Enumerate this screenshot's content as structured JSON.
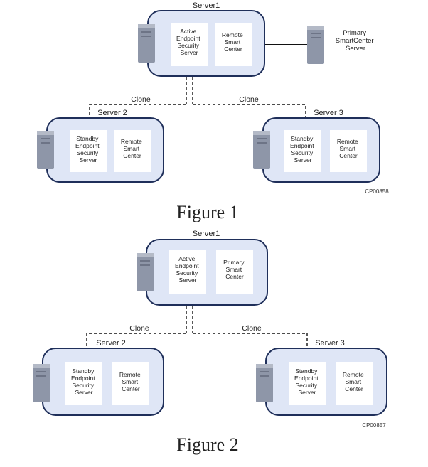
{
  "figures": [
    {
      "caption": "Figure 1",
      "code": "CP00858",
      "server1": {
        "title": "Server1",
        "left_box": [
          "Active",
          "Endpoint",
          "Security",
          "Server"
        ],
        "right_box": [
          "Remote",
          "Smart",
          "Center"
        ]
      },
      "external": {
        "lines": [
          "Primary",
          "SmartCenter",
          "Server"
        ]
      },
      "server2": {
        "title": "Server 2",
        "left_box": [
          "Standby",
          "Endpoint",
          "Security",
          "Server"
        ],
        "right_box": [
          "Remote",
          "Smart",
          "Center"
        ]
      },
      "server3": {
        "title": "Server 3",
        "left_box": [
          "Standby",
          "Endpoint",
          "Security",
          "Server"
        ],
        "right_box": [
          "Remote",
          "Smart",
          "Center"
        ]
      },
      "clone_left": "Clone",
      "clone_right": "Clone"
    },
    {
      "caption": "Figure 2",
      "code": "CP00857",
      "server1": {
        "title": "Server1",
        "left_box": [
          "Active",
          "Endpoint",
          "Security",
          "Server"
        ],
        "right_box": [
          "Primary",
          "Smart",
          "Center"
        ]
      },
      "server2": {
        "title": "Server 2",
        "left_box": [
          "Standby",
          "Endpoint",
          "Security",
          "Server"
        ],
        "right_box": [
          "Remote",
          "Smart",
          "Center"
        ]
      },
      "server3": {
        "title": "Server 3",
        "left_box": [
          "Standby",
          "Endpoint",
          "Security",
          "Server"
        ],
        "right_box": [
          "Remote",
          "Smart",
          "Center"
        ]
      },
      "clone_left": "Clone",
      "clone_right": "Clone"
    }
  ],
  "colors": {
    "panel_fill": "#dfe6f6",
    "panel_stroke": "#1f2f5a",
    "inner_box": "#ffffff",
    "server_icon": "#8e96a8",
    "text": "#222222"
  }
}
